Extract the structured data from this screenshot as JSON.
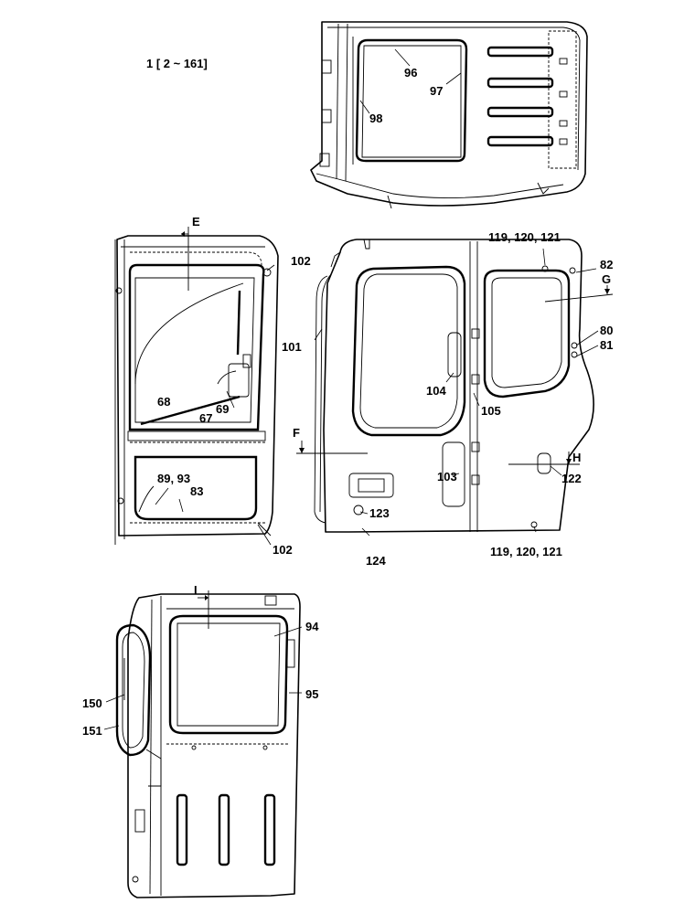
{
  "header": {
    "ref": "1 [ 2 ~ 161]"
  },
  "section_marks": {
    "e": "E",
    "f": "F",
    "g": "G",
    "h": "H",
    "i": "I"
  },
  "labels": {
    "p96": "96",
    "p97": "97",
    "p98": "98",
    "p102a": "102",
    "p102b": "102",
    "p68": "68",
    "p69": "69",
    "p67": "67",
    "p8993": "89, 93",
    "p83": "83",
    "p101": "101",
    "p104": "104",
    "p105": "105",
    "p103": "103",
    "p123": "123",
    "p124": "124",
    "p119a": "119, 120, 121",
    "p119b": "119, 120, 121",
    "p82": "82",
    "p80": "80",
    "p81": "81",
    "p122": "122",
    "p94": "94",
    "p95": "95",
    "p150": "150",
    "p151": "151"
  }
}
